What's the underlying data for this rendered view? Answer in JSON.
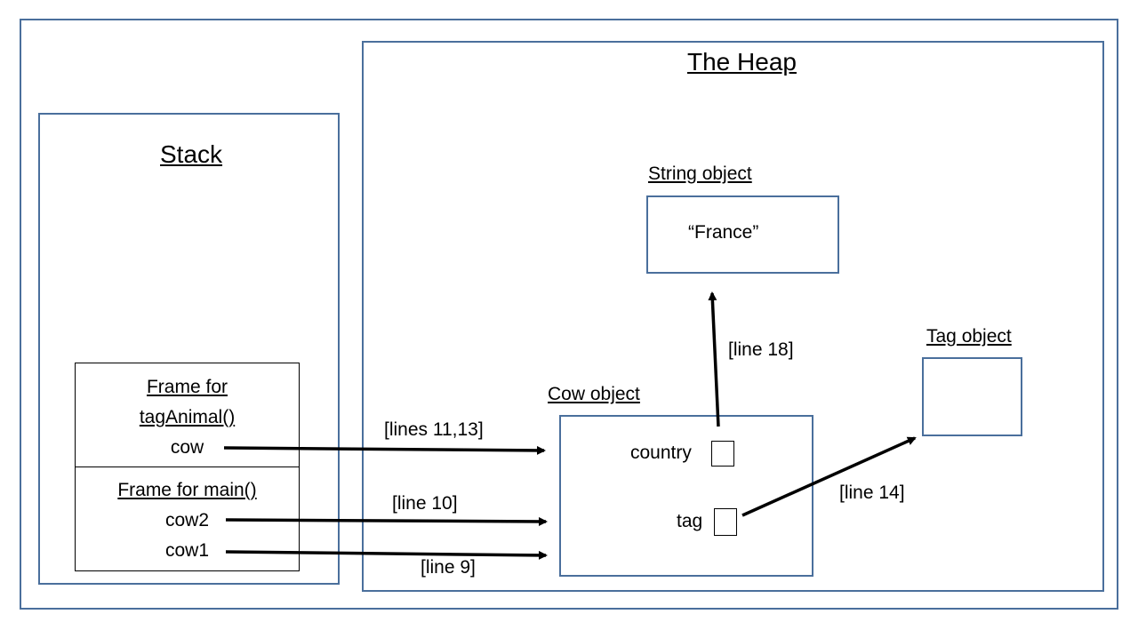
{
  "stack": {
    "title": "Stack",
    "frame_tag_animal": {
      "title_line1": "Frame for",
      "title_line2": "tagAnimal()",
      "var_cow": "cow"
    },
    "frame_main": {
      "title": "Frame for main()",
      "var_cow2": "cow2",
      "var_cow1": "cow1"
    }
  },
  "heap": {
    "title": "The Heap",
    "string_object": {
      "title": "String object",
      "value": "“France”"
    },
    "tag_object": {
      "title": "Tag object"
    },
    "cow_object": {
      "title": "Cow object",
      "field_country": "country",
      "field_tag": "tag"
    }
  },
  "arrows": {
    "cow_to_cow_object": "[lines 11,13]",
    "cow2_to_cow_object": "[line 10]",
    "cow1_to_cow_object": "[line 9]",
    "country_to_string": "[line 18]",
    "tag_to_tag_object": "[line 14]"
  }
}
